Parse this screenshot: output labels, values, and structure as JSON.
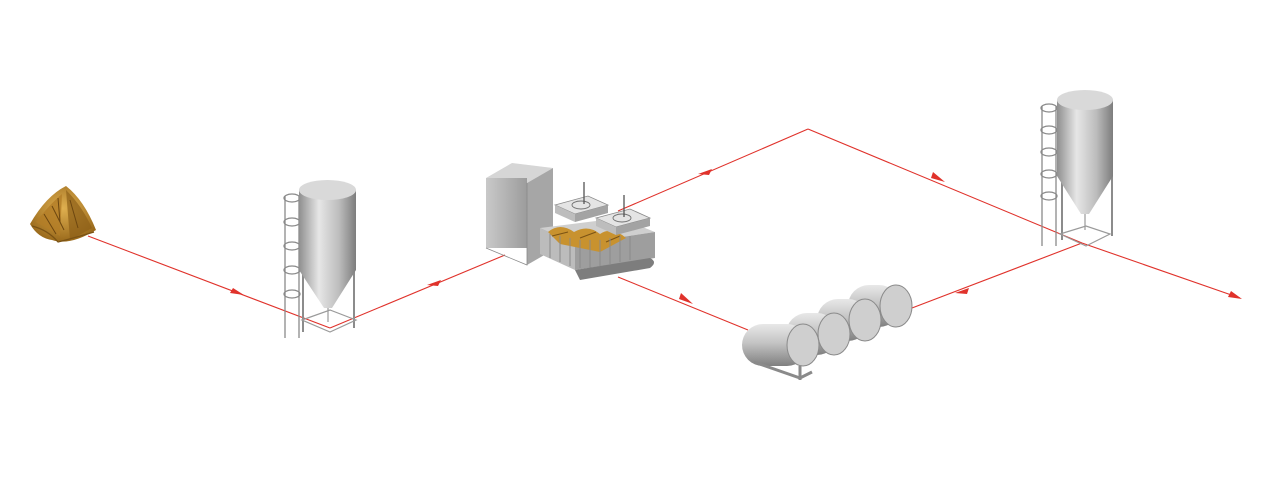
{
  "diagram": {
    "type": "process-flow",
    "colors": {
      "flow": "#e0322b",
      "metal_light": "#e6e6e6",
      "metal_dark": "#8f8f8f",
      "leaf": "#c8922f"
    },
    "nodes": [
      {
        "id": "raw-leaves",
        "icon": "tobacco-leaf-pile-icon"
      },
      {
        "id": "silo-1",
        "icon": "silo-icon"
      },
      {
        "id": "drying-oven",
        "icon": "oven-conveyor-icon"
      },
      {
        "id": "cylinder-tanks",
        "icon": "horizontal-tanks-icon"
      },
      {
        "id": "silo-2",
        "icon": "silo-icon"
      },
      {
        "id": "output",
        "icon": "arrow-icon"
      }
    ]
  }
}
